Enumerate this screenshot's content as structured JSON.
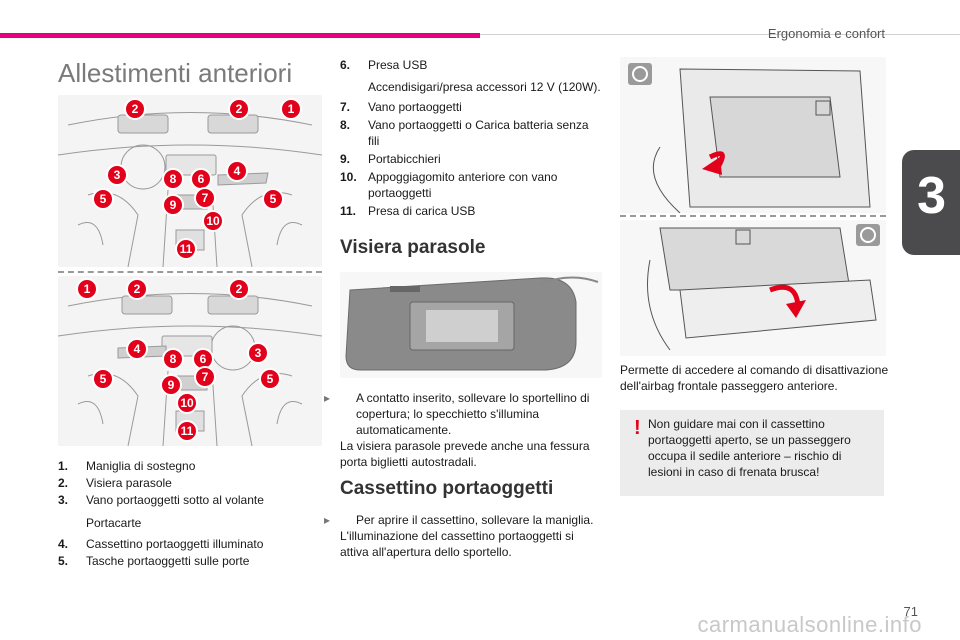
{
  "header": {
    "chapter_title": "Ergonomia e confort",
    "chapter_number": "3"
  },
  "page": {
    "number": "71",
    "watermark": "carmanualsonline.info"
  },
  "section_title": "Allestimenti anteriori",
  "illustration_badges_top": [
    "2",
    "2",
    "1",
    "3",
    "4",
    "8",
    "6",
    "7",
    "9",
    "5",
    "5",
    "10",
    "11"
  ],
  "illustration_badges_bottom": [
    "1",
    "2",
    "2",
    "4",
    "8",
    "6",
    "3",
    "5",
    "7",
    "5",
    "9",
    "10",
    "11"
  ],
  "legend": {
    "items": [
      {
        "num": "1.",
        "text": "Maniglia di sostegno"
      },
      {
        "num": "2.",
        "text": "Visiera parasole"
      },
      {
        "num": "3.",
        "text": "Vano portaoggetti sotto al volante"
      }
    ],
    "sub_3": "Portacarte",
    "items_b": [
      {
        "num": "4.",
        "text": "Cassettino portaoggetti illuminato"
      },
      {
        "num": "5.",
        "text": "Tasche portaoggetti sulle porte"
      }
    ]
  },
  "legend2": {
    "item6": {
      "num": "6.",
      "text": "Presa USB"
    },
    "sub_6": "Accendisigari/presa accessori 12 V (120W).",
    "items": [
      {
        "num": "7.",
        "text": "Vano portaoggetti"
      },
      {
        "num": "8.",
        "text": "Vano portaoggetti o Carica batteria senza fili"
      },
      {
        "num": "9.",
        "text": "Portabicchieri"
      },
      {
        "num": "10.",
        "text": "Appoggiagomito anteriore con vano portaoggetti"
      },
      {
        "num": "11.",
        "text": "Presa di carica USB"
      }
    ]
  },
  "visiera": {
    "title": "Visiera parasole",
    "bullet": "A contatto inserito, sollevare lo sportellino di copertura; lo specchietto s'illumina automaticamente.",
    "text": "La visiera parasole prevede anche una fessura porta biglietti autostradali."
  },
  "cassettino": {
    "title": "Cassettino portaoggetti",
    "bullet": "Per aprire il cassettino, sollevare la maniglia.",
    "text": "L'illuminazione del cassettino portaoggetti si attiva all'apertura dello sportello."
  },
  "airbag": {
    "text": "Permette di accedere al comando di disattivazione dell'airbag frontale passeggero anteriore.",
    "warning": "Non guidare mai con il cassettino portaoggetti aperto, se un passeggero occupa il sedile anteriore – rischio di lesioni in caso di frenata brusca!"
  },
  "colors": {
    "accent": "#e6007e",
    "badge": "#e2001a",
    "tab": "#4b4b4d"
  },
  "icons": {
    "bullet": "triangle-bullet-icon",
    "warning": "exclamation-icon",
    "steering": "steering-wheel-icon"
  }
}
